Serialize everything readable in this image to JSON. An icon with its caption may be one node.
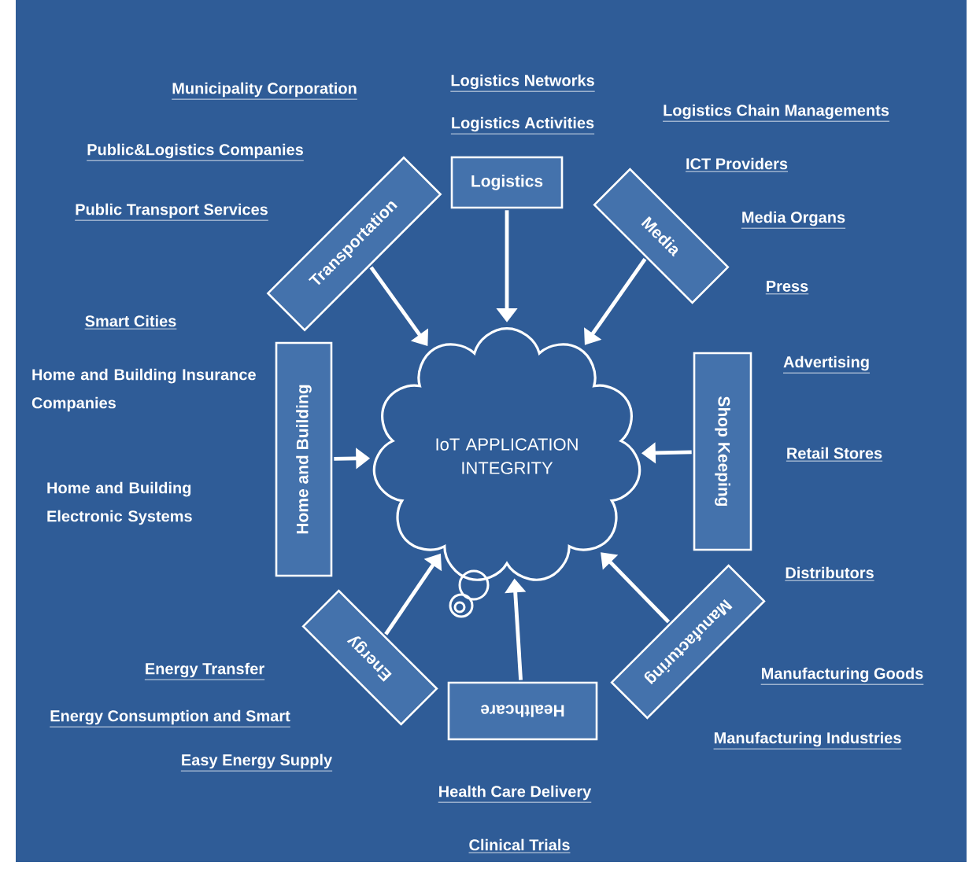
{
  "diagram": {
    "nodes": [
      {
        "text": [
          "IoT APPLICATION INTEGRITY"
        ]
      },
      {
        "text": [
          "Logistics"
        ]
      },
      {
        "text": [
          "Media"
        ]
      },
      {
        "text": [
          "Shop Keeping"
        ]
      },
      {
        "text": [
          "Manufacturing"
        ]
      },
      {
        "text": [
          "Healthcare"
        ]
      },
      {
        "text": [
          "Energy"
        ]
      },
      {
        "text": [
          "Home and Building"
        ]
      },
      {
        "text": [
          "Transportation"
        ]
      }
    ],
    "edges": [
      {
        "from": 1,
        "to": 0,
        "arrow": "to"
      },
      {
        "from": 2,
        "to": 0,
        "arrow": "to"
      },
      {
        "from": 3,
        "to": 0,
        "arrow": "to"
      },
      {
        "from": 4,
        "to": 0,
        "arrow": "to"
      },
      {
        "from": 5,
        "to": 0,
        "arrow": "to"
      },
      {
        "from": 6,
        "to": 0,
        "arrow": "to"
      },
      {
        "from": 7,
        "to": 0,
        "arrow": "to"
      },
      {
        "from": 8,
        "to": 0,
        "arrow": "to"
      }
    ],
    "labels": [
      "Logistics Networks",
      "Municipality Corporation",
      "Logistics Chain Managements",
      "Logistics Activities",
      "Public&Logistics Companies",
      "ICT Providers",
      "Public Transport Services",
      "Media Organs",
      "Press",
      "Smart Cities",
      "Advertising",
      "Home and Building Insurance Companies",
      "Retail Stores",
      "Home and Building Electronic Systems",
      "Distributors",
      "Energy Transfer",
      "Manufacturing Goods",
      "Energy Consumption and Smart",
      "Manufacturing Industries",
      "Easy Energy Supply",
      "Health Care Delivery",
      "Clinical Trials"
    ]
  }
}
